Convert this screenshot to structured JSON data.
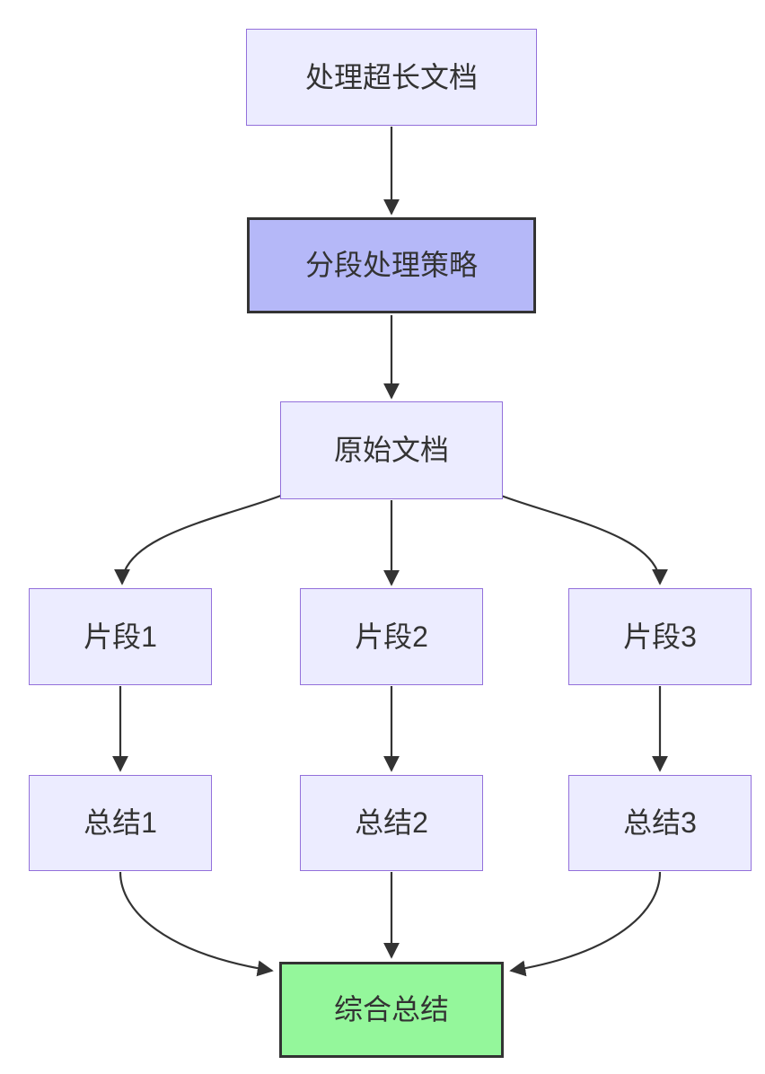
{
  "diagram": {
    "type": "flowchart",
    "direction": "top-down",
    "background": "#FFFFFF",
    "colors": {
      "node_fill": "#ECECFF",
      "node_border": "#9370DB",
      "highlight_fill": "#B5B8F8",
      "highlight_border": "#333333",
      "result_fill": "#94F79B",
      "result_border": "#333333",
      "edge_color": "#333333",
      "text_color": "#333333"
    },
    "nodes": [
      {
        "id": "task",
        "label": "处理超长文档",
        "type": "default"
      },
      {
        "id": "strategy",
        "label": "分段处理策略",
        "type": "highlight"
      },
      {
        "id": "source",
        "label": "原始文档",
        "type": "default"
      },
      {
        "id": "chunk1",
        "label": "片段1",
        "type": "default"
      },
      {
        "id": "chunk2",
        "label": "片段2",
        "type": "default"
      },
      {
        "id": "chunk3",
        "label": "片段3",
        "type": "default"
      },
      {
        "id": "summary1",
        "label": "总结1",
        "type": "default"
      },
      {
        "id": "summary2",
        "label": "总结2",
        "type": "default"
      },
      {
        "id": "summary3",
        "label": "总结3",
        "type": "default"
      },
      {
        "id": "final",
        "label": "综合总结",
        "type": "result"
      }
    ],
    "edges": [
      {
        "from": "处理超长文档",
        "to": "分段处理策略"
      },
      {
        "from": "分段处理策略",
        "to": "原始文档"
      },
      {
        "from": "原始文档",
        "to": "片段1"
      },
      {
        "from": "原始文档",
        "to": "片段2"
      },
      {
        "from": "原始文档",
        "to": "片段3"
      },
      {
        "from": "片段1",
        "to": "总结1"
      },
      {
        "from": "片段2",
        "to": "总结2"
      },
      {
        "from": "片段3",
        "to": "总结3"
      },
      {
        "from": "总结1",
        "to": "综合总结"
      },
      {
        "from": "总结2",
        "to": "综合总结"
      },
      {
        "from": "总结3",
        "to": "综合总结"
      }
    ]
  }
}
